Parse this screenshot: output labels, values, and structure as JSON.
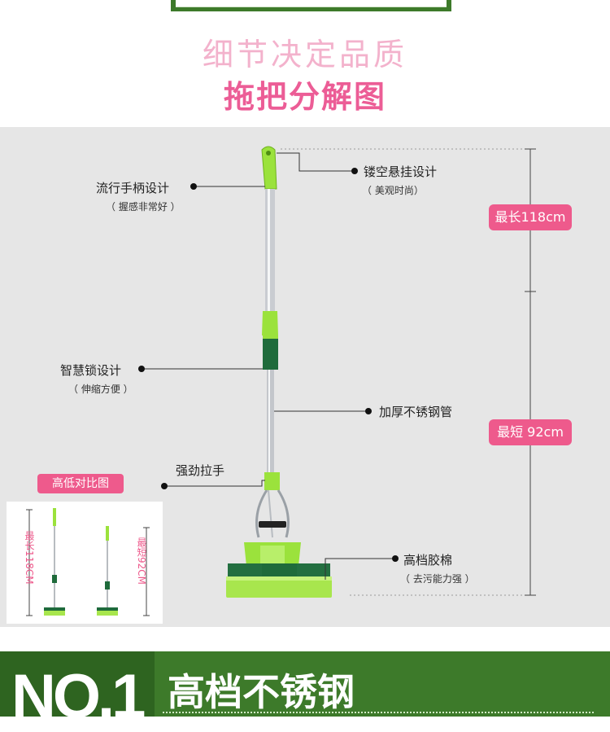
{
  "headline": {
    "line1": "细节决定品质",
    "line2": "拖把分解图"
  },
  "callouts": {
    "hanging": {
      "title": "镂空悬挂设计",
      "note": "（ 美观时尚）"
    },
    "handle": {
      "title": "流行手柄设计",
      "note": "（ 握感非常好 ）"
    },
    "lock": {
      "title": "智慧锁设计",
      "note": "（ 伸缩方便 ）"
    },
    "tube": {
      "title": "加厚不锈钢管"
    },
    "puller": {
      "title": "强劲拉手"
    },
    "sponge": {
      "title": "高档胶棉",
      "note": "（ 去污能力强 ）"
    }
  },
  "dimensions": {
    "max_length": "最长118cm",
    "min_length": "最短 92cm"
  },
  "comparison": {
    "title": "高低对比图",
    "tall_label": "最长118CM",
    "short_label": "最短92CM"
  },
  "footer": {
    "number": "NO.1",
    "title": "高档不锈钢"
  },
  "colors": {
    "accent_pink": "#ee5a8c",
    "headline_light_pink": "#f3b2cc",
    "brand_green": "#3d7a2a",
    "mop_green": "#9be23c"
  }
}
